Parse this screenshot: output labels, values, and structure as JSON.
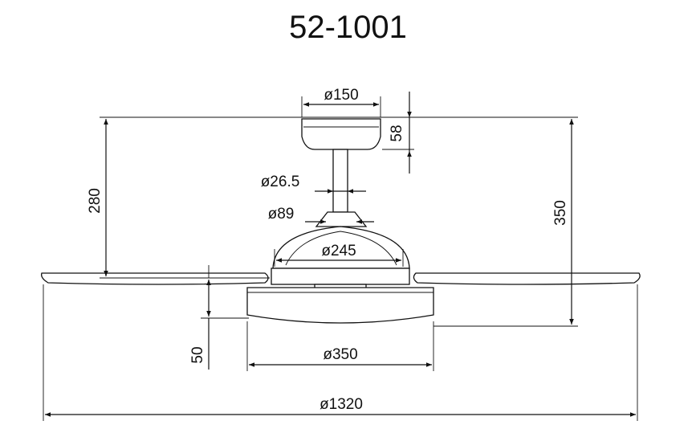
{
  "title": "52-1001",
  "dimensions": {
    "canopy_diameter": "ø150",
    "canopy_height": "58",
    "downrod_diameter": "ø26.5",
    "coupler_diameter": "ø89",
    "motor_diameter": "ø245",
    "light_diameter": "ø350",
    "blade_span": "ø1320",
    "ceiling_to_blade": "280",
    "overall_height": "350",
    "light_height": "50"
  }
}
